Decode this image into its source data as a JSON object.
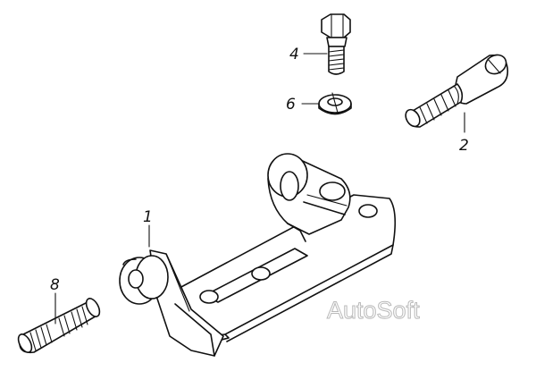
{
  "callouts": [
    {
      "id": "1",
      "label": "1"
    },
    {
      "id": "2",
      "label": "2"
    },
    {
      "id": "4",
      "label": "4"
    },
    {
      "id": "6",
      "label": "6"
    },
    {
      "id": "8",
      "label": "8"
    }
  ],
  "watermark": "AutoSoft",
  "colors": {
    "line": "#111111",
    "watermark_outline": "#b9b9b9",
    "background": "#ffffff"
  }
}
